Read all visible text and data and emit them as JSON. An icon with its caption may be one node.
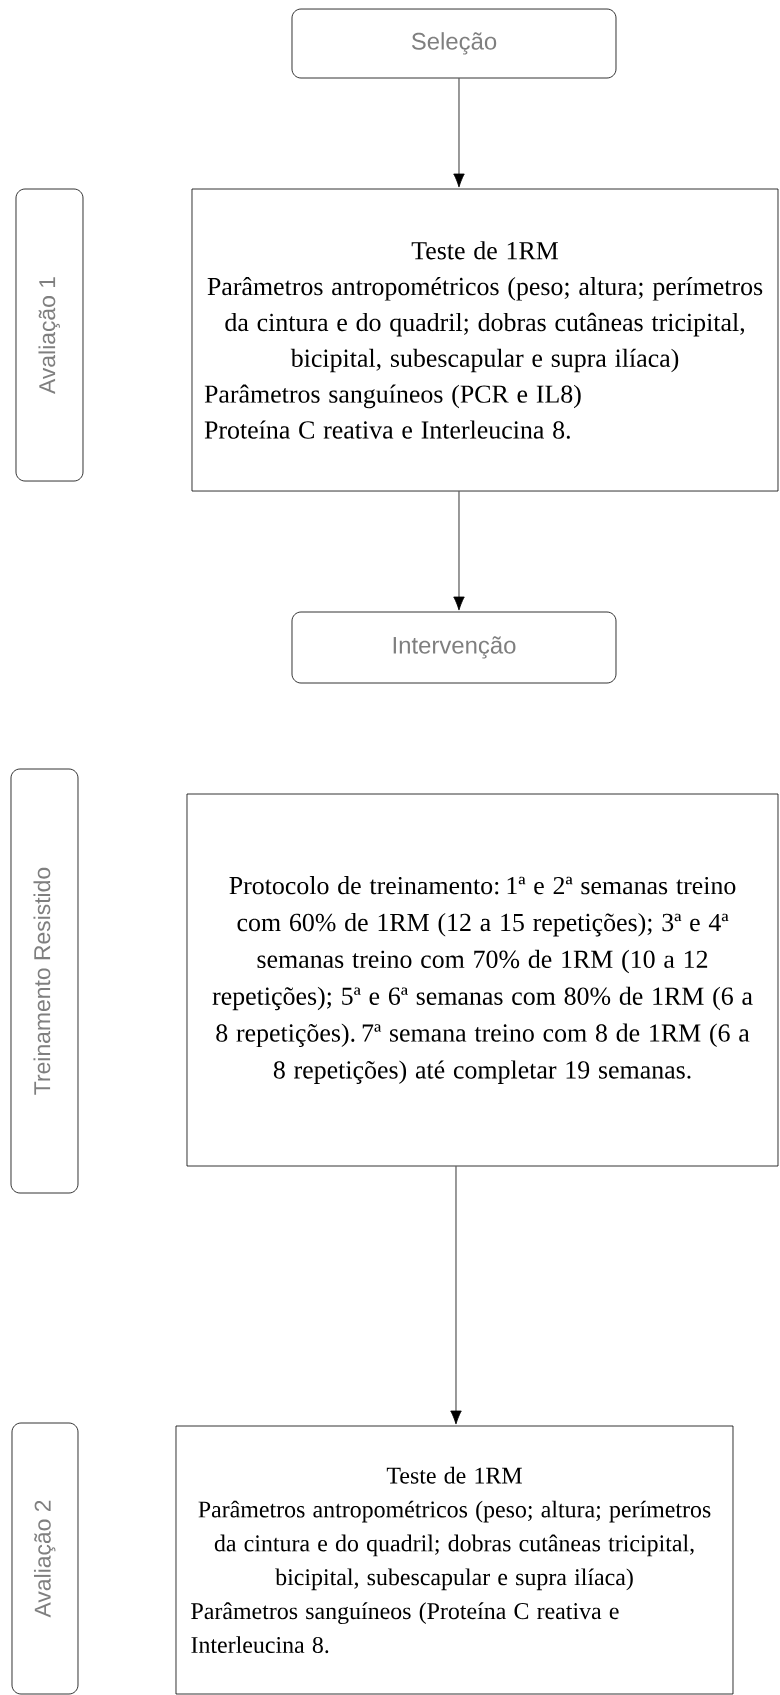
{
  "diagram": {
    "nodes": [
      {
        "text": [
          "Seleção"
        ]
      },
      {
        "text": [
          "Avaliação 1"
        ]
      },
      {
        "text": [
          "Teste de 1RM",
          "Parâmetros antropométricos (peso; altura; perímetros da cintura e do quadril; dobras cutâneas tricipital, bicipital, subescapular e supra ilíaca)",
          "Parâmetros sanguíneos (PCR e IL8)",
          "Proteína C reativa e Interleucina 8."
        ]
      },
      {
        "text": [
          "Intervenção"
        ]
      },
      {
        "text": [
          "Treinamento Resistido"
        ]
      },
      {
        "text": [
          "Protocolo de treinamento: 1ª e 2ª semanas treino com 60% de 1RM (12 a 15 repetições); 3ª e 4ª semanas treino com 70% de 1RM (10 a 12 repetições); 5ª e 6ª semanas com 80% de 1RM (6 a 8 repetições). 7ª semana treino com 8 de 1RM (6 a 8 repetições) até completar 19 semanas."
        ]
      },
      {
        "text": [
          "Avaliação 2"
        ]
      },
      {
        "text": [
          "Teste de 1RM",
          "Parâmetros antropométricos (peso; altura; perímetros da cintura e do quadril; dobras cutâneas tricipital, bicipital, subescapular e supra ilíaca)",
          "Parâmetros sanguíneos (Proteína C reativa e Interleucina 8."
        ]
      }
    ],
    "edges": [
      {
        "from": 0,
        "to": 2,
        "arrow": "to"
      },
      {
        "from": 2,
        "to": 3,
        "arrow": "to"
      },
      {
        "from": 5,
        "to": 7,
        "arrow": "to"
      }
    ]
  }
}
